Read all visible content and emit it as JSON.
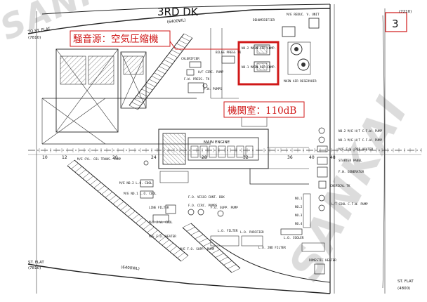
{
  "deck_title": "3RD DK",
  "page_number": "3",
  "annotations": {
    "noise_source": "騒音源：空気圧縮機",
    "engine_room": "機関室：110dB"
  },
  "left_labels": {
    "flat_top": "TO ST. FLAT",
    "flat_top_dim": "(7810)",
    "flat_bottom": "ST. FLAT",
    "flat_bottom_dim": "(7810)",
    "dim_top": "(6400WL)",
    "dim_bottom": "(6400WL)"
  },
  "right_labels": {
    "top_dim": "(7210)",
    "bottom_dim": "(4800)",
    "bottom_flat": "ST. FLAT"
  },
  "equipment": {
    "reduc_valve": "M/E REDUC. V. UNIT",
    "dehumidifier": "DEHUMIDIFIER",
    "main_air_comp_2": "NO.2 MAIN AIR COMP.",
    "main_air_comp_1": "NO.1 MAIN AIR COMP.",
    "main_air_reservoir": "MAIN AIR RESERVOIR",
    "bilge_press_tk": "BILGE PRESS TK",
    "calorifier": "CALORIFIER",
    "hf_circ_pump": "H/F CIRC. PUMP",
    "fw_press_tk": "F.W. PRESS. TK",
    "fw_pumps": "F.W. PUMPS",
    "main_engine": "MAIN ENGINE",
    "me_cyl_oil_trans": "M/E CYL. OIL TRANS. PUMP",
    "me_no2_lo_cool": "M/E NO.2 L.O. COOL",
    "me_no1_lo_cool": "M/E NO.1 L.O. COOL",
    "fo_vis_cont_box": "F.O. VISCO CONT. BOX",
    "line_filter": "LINE FILTER",
    "me_jw_cool": "M/E J.W. COOL",
    "fo_circ_pumps": "F.O. CIRC. PUMPS",
    "fo_supply_pump": "F.O. SUPP. PUMP",
    "me_fo_heater": "M/E F.O. HEATER",
    "lo_filter": "L.O. FILTER",
    "me_fo_supp_pump": "M/E F.O. SUPP. PUMP",
    "lo_purifier": "L.O. PURIFIER",
    "no2_ht_cfw_pump": "NO.2 M/E H/T C.F.W. PUMP",
    "no1_ht_cfw_pump": "NO.1 M/E H/T C.F.W. PUMP",
    "me_fw_preheater": "M/E F.W. PRE-HEATER",
    "starter_panel": "STARTER PANEL",
    "fw_generator": "F.W. GENERATOR",
    "chemical_tk": "CHEMICAL TK",
    "lt_cool_cfw_pump": "L/T COOL C.F.W. PUMP",
    "lo_cooler": "L.O. COOLER",
    "lo_2nd_filter": "L.O. 2ND FILTER",
    "pump_no1": "NO.1",
    "pump_no2": "NO.2",
    "pump_no3": "NO.3",
    "pump_no4": "NO.4",
    "domestic_heater": "DOMESTIC HEATER"
  },
  "frame_numbers": [
    "10",
    "12",
    "20",
    "24",
    "28",
    "32",
    "36",
    "40",
    "48"
  ],
  "watermark": "SANKAI",
  "colors": {
    "callout_red": "#d01818",
    "line": "#222222"
  }
}
